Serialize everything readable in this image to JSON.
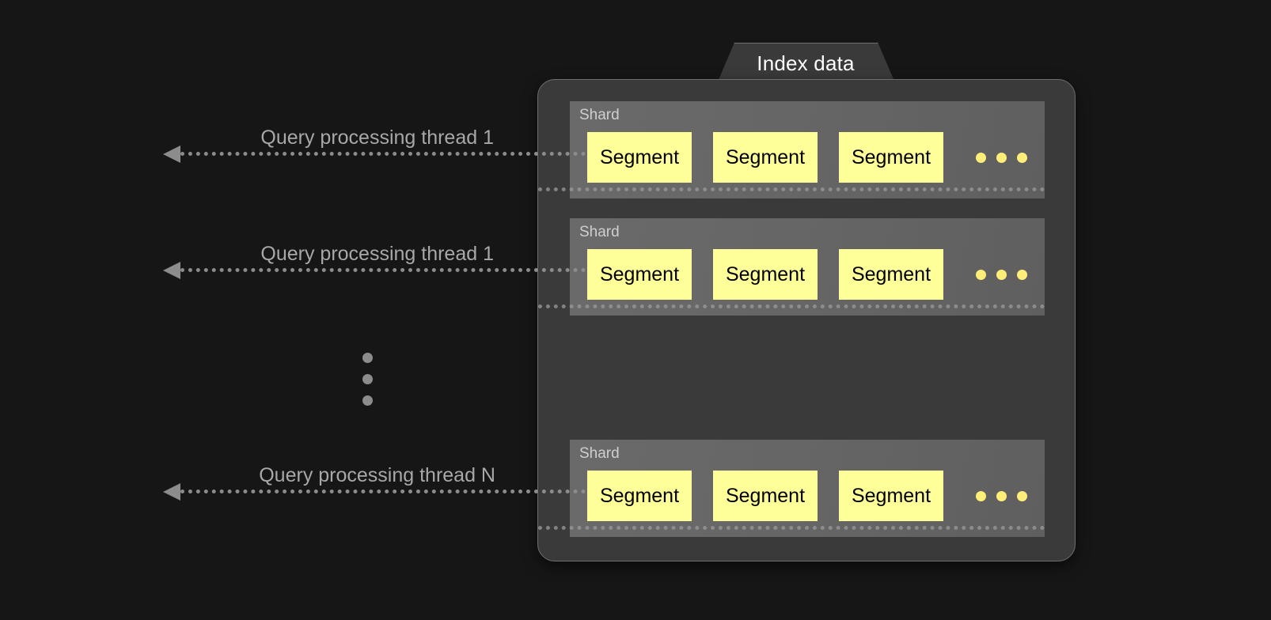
{
  "page": {
    "background_color": "#161616",
    "title": "Index data"
  },
  "index_panel": {
    "tab_label": "Index data",
    "panel_color": "#3a3a3a",
    "border_color": "#6e6e6e",
    "shards": [
      {
        "label": "Shard",
        "segments": [
          {
            "label": "Segment"
          },
          {
            "label": "Segment"
          },
          {
            "label": "Segment"
          }
        ],
        "trailing_dots": 3,
        "dot_color": "#ffee77"
      },
      {
        "label": "Shard",
        "segments": [
          {
            "label": "Segment"
          },
          {
            "label": "Segment"
          },
          {
            "label": "Segment"
          }
        ],
        "trailing_dots": 3,
        "dot_color": "#ffee77"
      },
      {
        "label": "Shard",
        "segments": [
          {
            "label": "Segment"
          },
          {
            "label": "Segment"
          },
          {
            "label": "Segment"
          }
        ],
        "trailing_dots": 3,
        "dot_color": "#ffee77"
      }
    ],
    "shard_color": "#666666",
    "segment_color": "#ffff99",
    "segment_text_color": "#000000",
    "vertical_ellipsis_dots": 3
  },
  "threads": [
    {
      "label": "Query processing thread 1",
      "arrow": "arrow-left-icon"
    },
    {
      "label": "Query processing thread 1",
      "arrow": "arrow-left-icon"
    },
    {
      "label": "Query processing thread N",
      "arrow": "arrow-left-icon"
    }
  ],
  "left_ellipsis": {
    "dots": 3,
    "color": "#8c8c8c"
  }
}
